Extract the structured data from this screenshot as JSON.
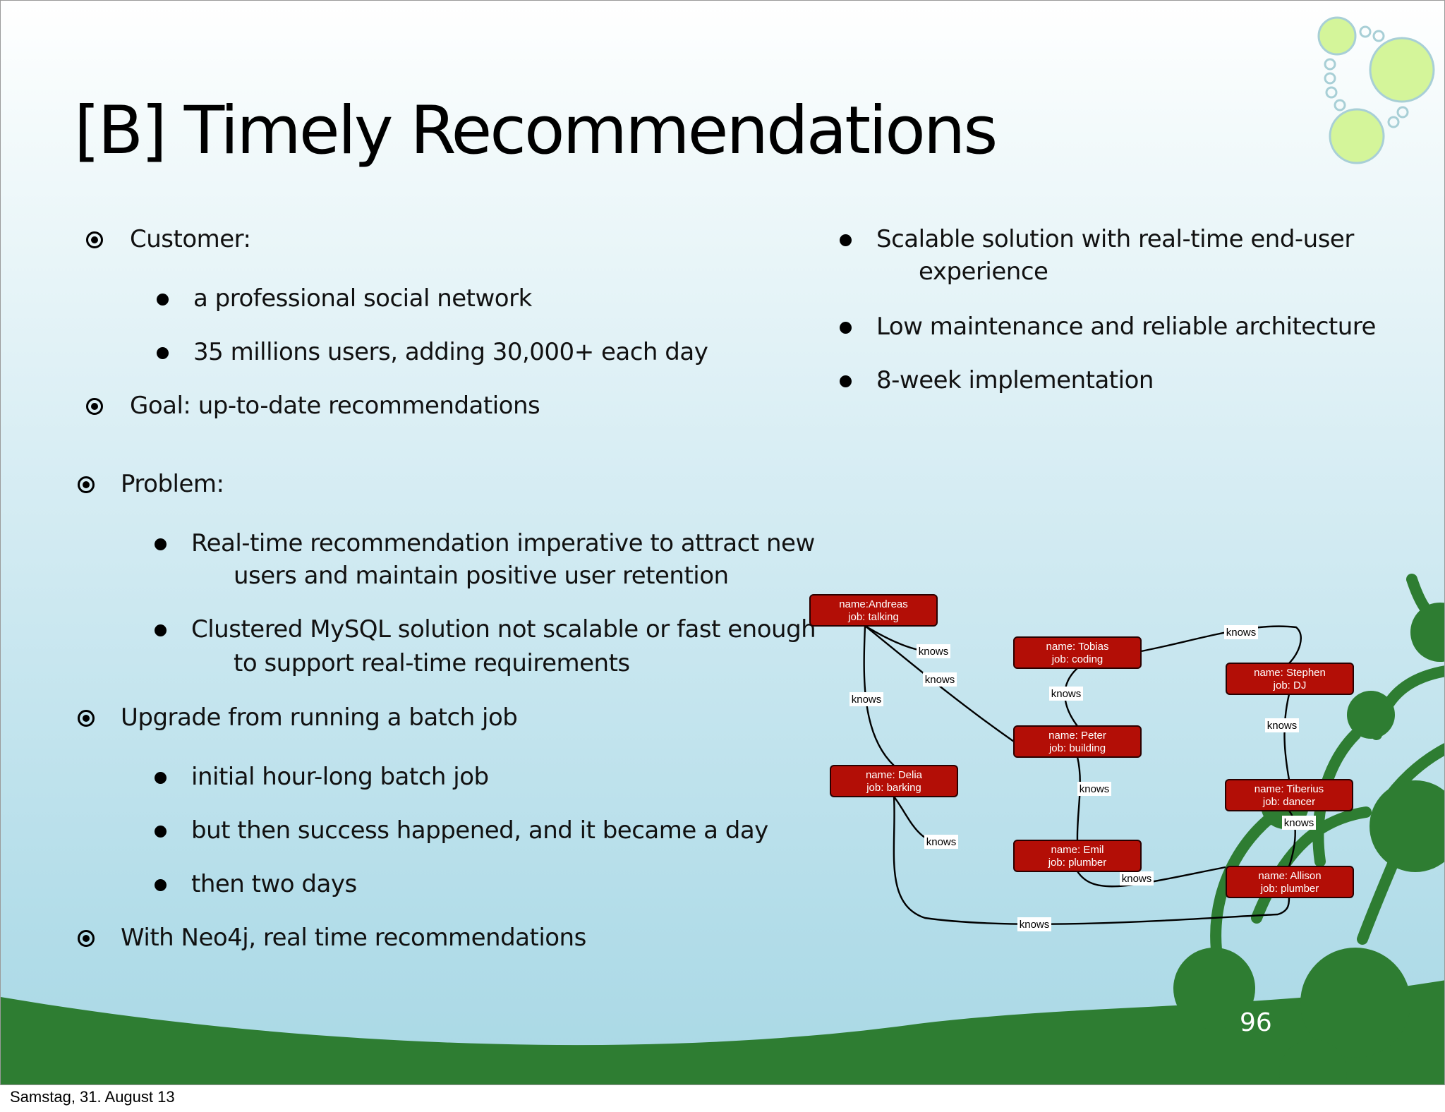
{
  "slide": {
    "title": "[B] Timely Recommendations",
    "left_column": {
      "customer_label": "Customer:",
      "customer_items": [
        "a professional social network",
        "35 millions users, adding 30,000+ each day"
      ],
      "goal": "Goal: up-to-date recommendations",
      "problem_label": "Problem:",
      "problem_items": [
        {
          "line1": "Real-time recommendation imperative to attract new",
          "line2": "users and maintain positive user retention"
        },
        {
          "line1": "Clustered MySQL solution not scalable or fast enough",
          "line2": "to support real-time requirements"
        }
      ],
      "upgrade_label": "Upgrade from running a batch job",
      "upgrade_items": [
        "initial hour-long batch job",
        "but then success happened, and it became a day",
        "then two days"
      ],
      "neo4j": "With Neo4j, real time recommendations"
    },
    "right_column": {
      "items": [
        {
          "line1": "Scalable solution with real-time end-user",
          "line2": "experience"
        },
        {
          "line1": "Low maintenance and reliable architecture"
        },
        {
          "line1": "8-week implementation"
        }
      ]
    },
    "graph": {
      "nodes": [
        {
          "id": "andreas",
          "name": "name:Andreas",
          "job": "job: talking"
        },
        {
          "id": "tobias",
          "name": "name: Tobias",
          "job": "job: coding"
        },
        {
          "id": "stephen",
          "name": "name: Stephen",
          "job": "job: DJ"
        },
        {
          "id": "peter",
          "name": "name: Peter",
          "job": "job: building"
        },
        {
          "id": "delia",
          "name": "name: Delia",
          "job": "job: barking"
        },
        {
          "id": "tiberius",
          "name": "name: Tiberius",
          "job": "job: dancer"
        },
        {
          "id": "emil",
          "name": "name: Emil",
          "job": "job: plumber"
        },
        {
          "id": "allison",
          "name": "name: Allison",
          "job": "job: plumber"
        }
      ],
      "edges": [
        {
          "from": "andreas",
          "to": "tobias",
          "label": "knows"
        },
        {
          "from": "andreas",
          "to": "peter",
          "label": "knows"
        },
        {
          "from": "andreas",
          "to": "delia",
          "label": "knows"
        },
        {
          "from": "tobias",
          "to": "stephen",
          "label": "knows"
        },
        {
          "from": "tobias",
          "to": "peter",
          "label": "knows"
        },
        {
          "from": "stephen",
          "to": "tiberius",
          "label": "knows"
        },
        {
          "from": "peter",
          "to": "emil",
          "label": "knows"
        },
        {
          "from": "tiberius",
          "to": "allison",
          "label": "knows"
        },
        {
          "from": "delia",
          "to": "emil",
          "label": "knows"
        },
        {
          "from": "emil",
          "to": "allison",
          "label": "knows"
        },
        {
          "from": "delia",
          "to": "allison",
          "label": "knows"
        }
      ]
    },
    "page_number": "96",
    "colors": {
      "node_fill": "#b30e06",
      "grass_green": "#2e7d32",
      "bubble_green": "#d4f59a"
    }
  },
  "footer": {
    "date": "Samstag, 31. August 13"
  }
}
